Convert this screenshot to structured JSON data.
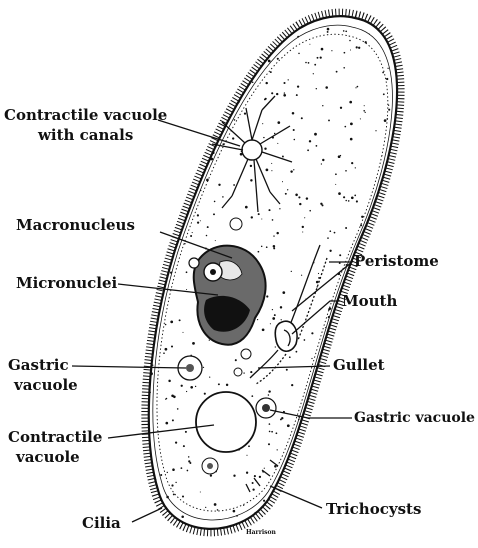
{
  "labels": {
    "contractile_vacuole_canals_line1": "Contractile vacuole",
    "contractile_vacuole_canals_line2": "with canals",
    "macronucleus": "Macronucleus",
    "micronuclei": "Micronuclei",
    "gastric_vacuole_left_line1": "Gastric",
    "gastric_vacuole_left_line2": "vacuole",
    "contractile_vacuole_line1": "Contractile",
    "contractile_vacuole_line2": "vacuole",
    "cilia": "Cilia",
    "peristome": "Peristome",
    "mouth": "Mouth",
    "gullet": "Gullet",
    "gastric_vacuole_right": "Gastric vacuole",
    "trichocysts": "Trichocysts"
  },
  "artist_signature": "Harrison",
  "colors": {
    "ink": "#111111",
    "background": "#ffffff"
  }
}
